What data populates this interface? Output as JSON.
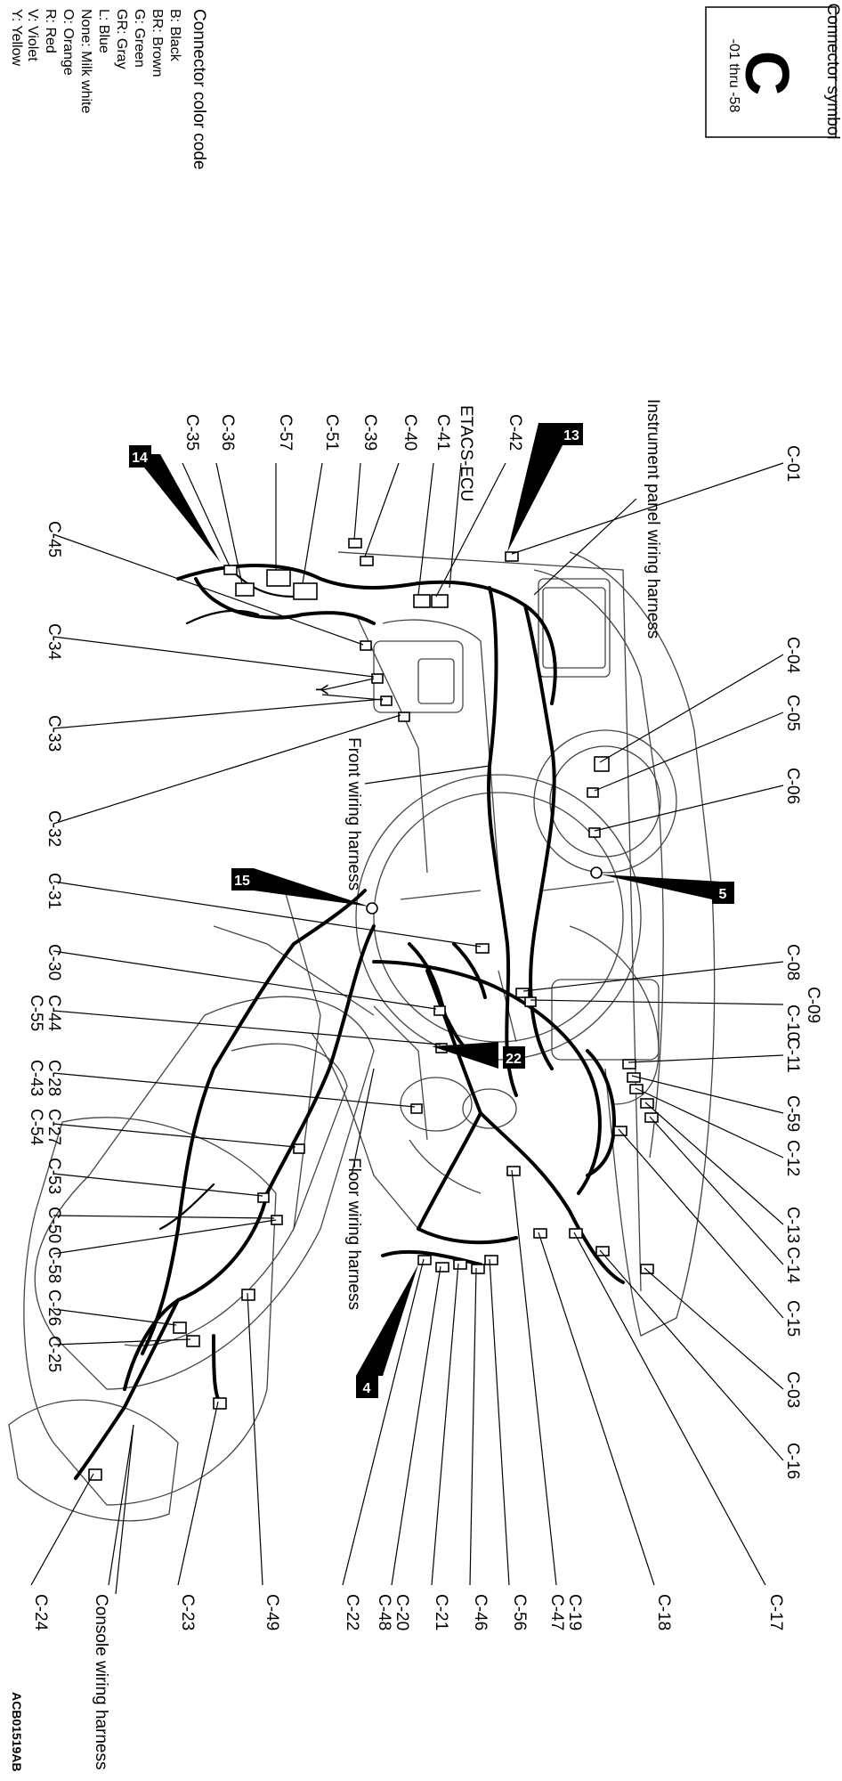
{
  "connector_box": {
    "title": "Connector symbol",
    "letter": "C",
    "range": "-01 thru -58"
  },
  "color_code": {
    "title": "Connector color code",
    "entries": [
      "B: Black",
      "BR: Brown",
      "G: Green",
      "GR: Gray",
      "L: Blue",
      "None: Milk white",
      "O: Orange",
      "R: Red",
      "V: Violet",
      "Y: Yellow"
    ]
  },
  "harness_labels": {
    "instrument_panel": "Instrument panel wiring harness",
    "front": "Front wiring harness",
    "floor": "Floor wiring harness",
    "console": "Console wiring harness"
  },
  "etacs": "ETACS-ECU",
  "callouts": [
    "13",
    "14",
    "5",
    "15",
    "22",
    "4"
  ],
  "top_labels": [
    "C-35",
    "C-36",
    "C-57",
    "C-51",
    "C-39",
    "C-40",
    "C-41",
    "C-42"
  ],
  "left_labels": [
    "C-45",
    "C-34",
    "C-33",
    "C-32",
    "C-31",
    "C-30",
    "C-44",
    "C-55",
    "C-28",
    "C-43",
    "C-27",
    "C-54",
    "C-53",
    "C-50",
    "C-58",
    "C-26",
    "C-25"
  ],
  "right_labels": [
    "C-01",
    "C-04",
    "C-05",
    "C-06",
    "C-08",
    "C-09",
    "C-10",
    "C-11",
    "C-59",
    "C-12",
    "C-13",
    "C-14",
    "C-15",
    "C-03",
    "C-16"
  ],
  "bottom_labels": [
    "C-24",
    "C-23",
    "C-49",
    "C-22",
    "C-20",
    "C-48",
    "C-21",
    "C-46",
    "C-56",
    "C-19",
    "C-47",
    "C-18",
    "C-17"
  ],
  "y_marker": "Y",
  "figure_code": "ACB01519AB"
}
